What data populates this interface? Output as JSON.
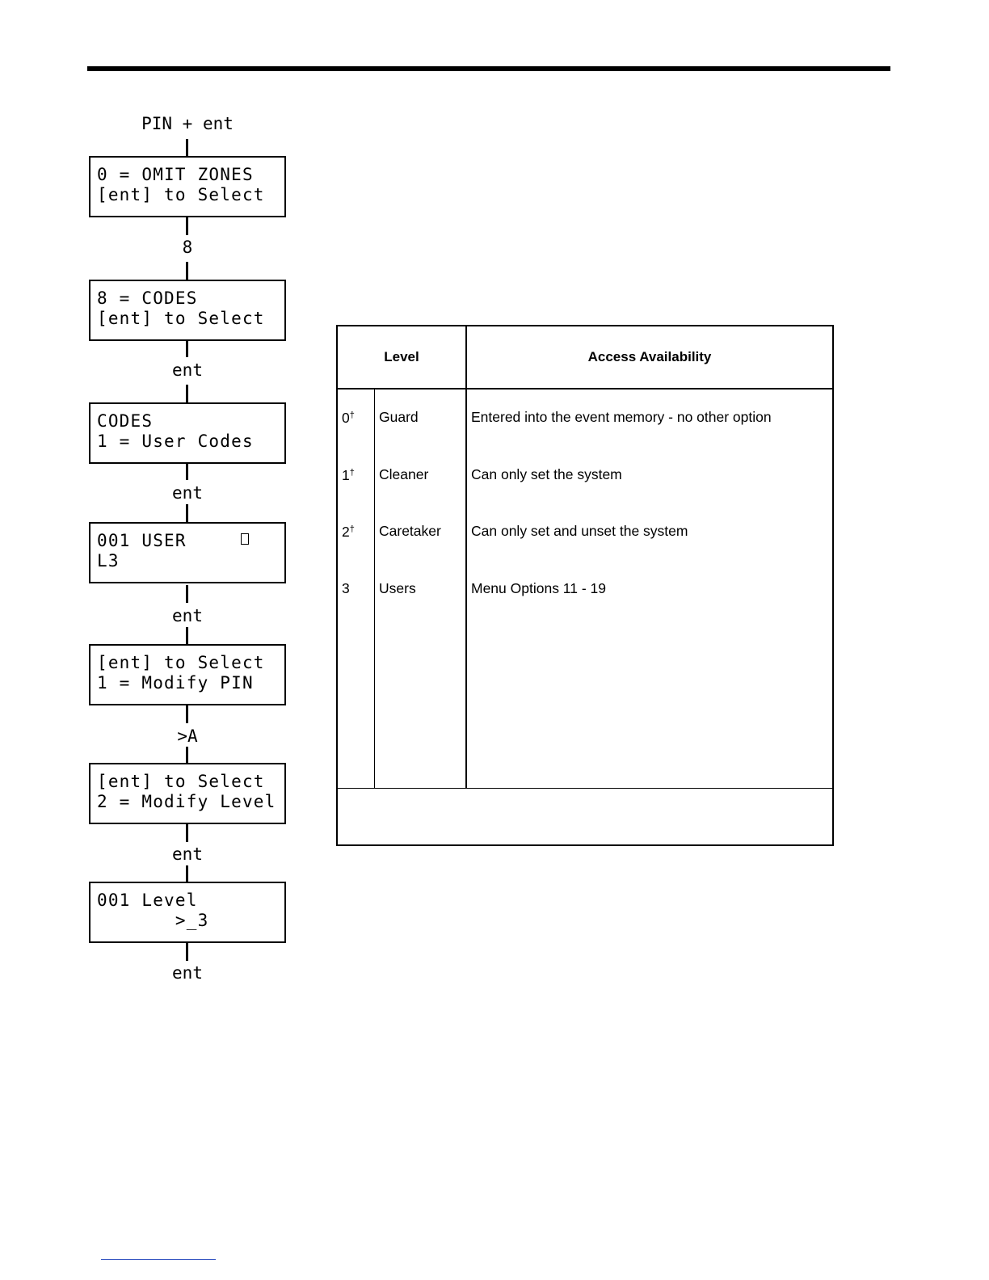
{
  "flow": {
    "start_label": "PIN + ent",
    "screens": [
      {
        "line1": "0 = OMIT ZONES",
        "line2": "[ent] to Select"
      },
      {
        "line1": "8 = CODES",
        "line2": "[ent] to Select"
      },
      {
        "line1": "CODES",
        "line2": "1 = User Codes"
      },
      {
        "line1": "001 USER",
        "line2": "L3"
      },
      {
        "line1": "[ent] to Select",
        "line2": "1 = Modify PIN"
      },
      {
        "line1": "[ent] to Select",
        "line2": "2 = Modify Level"
      },
      {
        "line1": "001 Level",
        "line2": "       >_3"
      }
    ],
    "keys": [
      "8",
      "ent",
      "ent",
      "ent",
      ">A",
      "ent",
      "ent"
    ]
  },
  "level_table": {
    "headers": {
      "level": "Level",
      "access": "Access Availability"
    },
    "rows": [
      {
        "num": "0",
        "mark": "†",
        "name": "Guard",
        "access": "Entered into the event memory - no other option"
      },
      {
        "num": "1",
        "mark": "†",
        "name": "Cleaner",
        "access": "Can only set the system"
      },
      {
        "num": "2",
        "mark": "†",
        "name": "Caretaker",
        "access": "Can only set and unset the system"
      },
      {
        "num": "3",
        "mark": "",
        "name": "Users",
        "access": "Menu Options 11 - 19"
      }
    ]
  }
}
